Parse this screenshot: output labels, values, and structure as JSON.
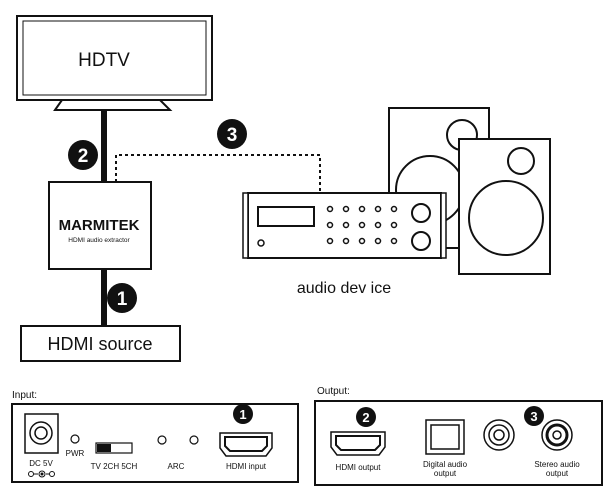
{
  "tv": {
    "label": "HDTV"
  },
  "extractor": {
    "brand": "MARMITEK",
    "subtitle": "HDMI audio extractor"
  },
  "source": {
    "label": "HDMI source"
  },
  "audio_device": {
    "label": "audio dev ice"
  },
  "steps": {
    "one": "1",
    "two": "2",
    "three": "3"
  },
  "input_panel": {
    "title": "Input:",
    "dc_label": "DC 5V",
    "pwr_label": "PWR",
    "switch_label": "TV 2CH 5CH",
    "arc_label": "ARC",
    "hdmi_label": "HDMI input",
    "step": "1"
  },
  "output_panel": {
    "title": "Output:",
    "hdmi_label": "HDMI output",
    "digital_label_1": "Digital audio",
    "digital_label_2": "output",
    "stereo_label_1": "Stereo audio",
    "stereo_label_2": "output",
    "step_hdmi": "2",
    "step_stereo": "3"
  }
}
